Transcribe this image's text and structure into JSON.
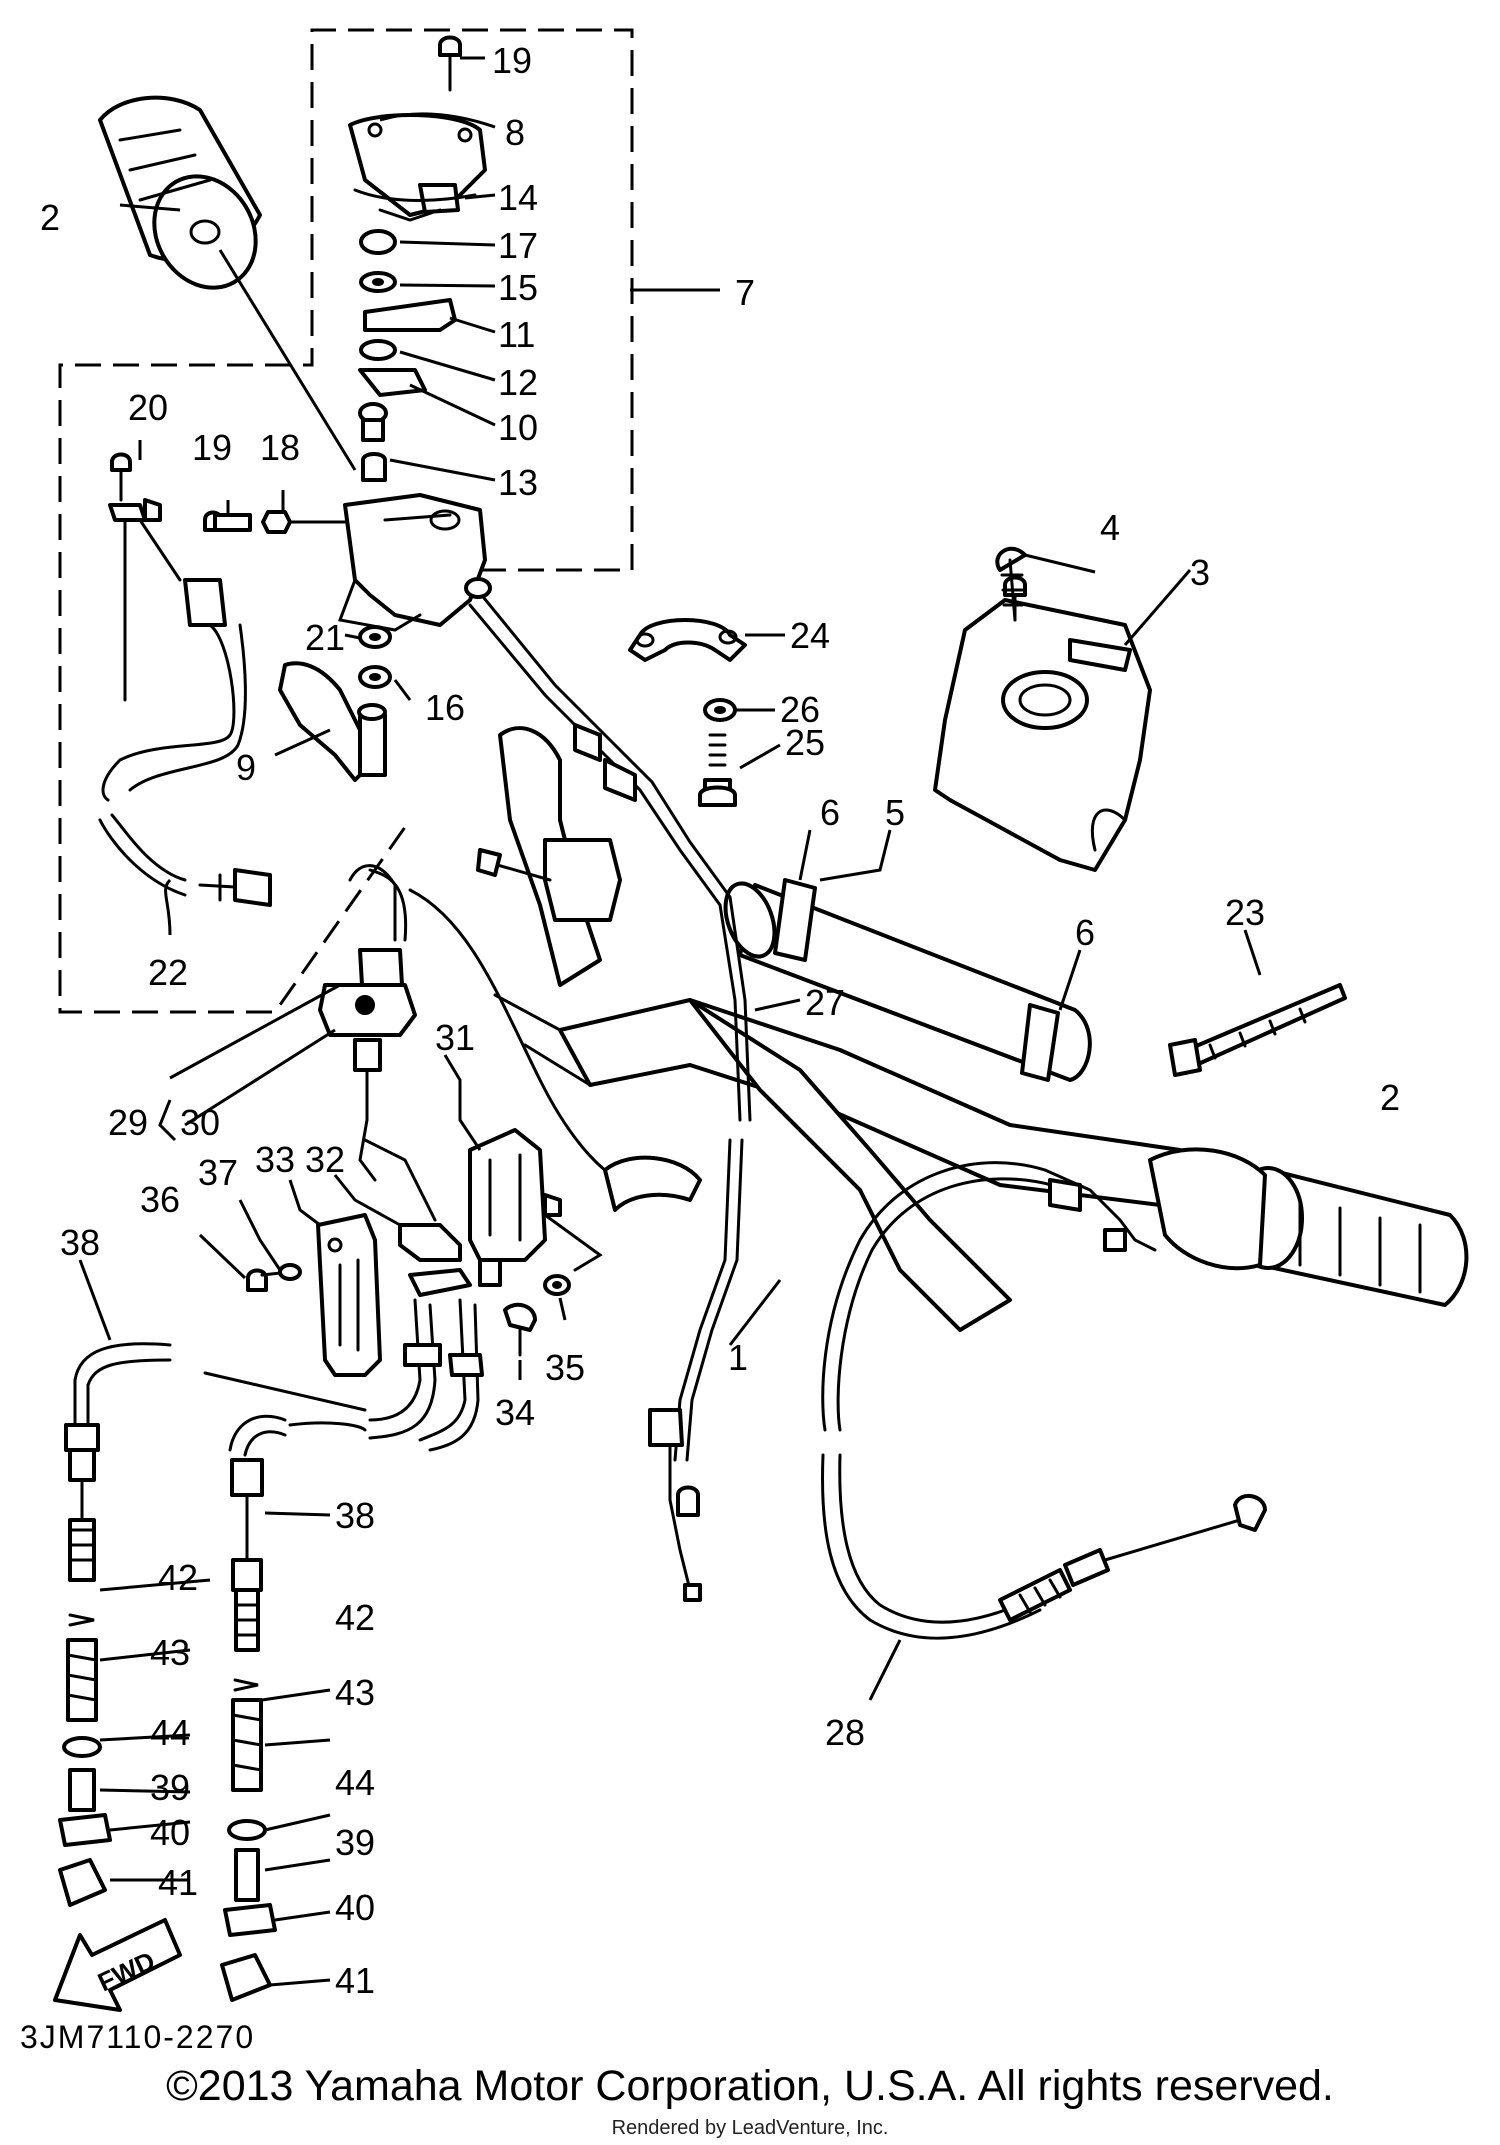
{
  "diagram": {
    "drawing_code": "3JM7110-2270",
    "fwd_label": "FWD",
    "callouts": [
      {
        "id": "c1",
        "label": "1"
      },
      {
        "id": "c2a",
        "label": "2"
      },
      {
        "id": "c2b",
        "label": "2"
      },
      {
        "id": "c3",
        "label": "3"
      },
      {
        "id": "c4",
        "label": "4"
      },
      {
        "id": "c5",
        "label": "5"
      },
      {
        "id": "c6a",
        "label": "6"
      },
      {
        "id": "c6b",
        "label": "6"
      },
      {
        "id": "c7",
        "label": "7"
      },
      {
        "id": "c8",
        "label": "8"
      },
      {
        "id": "c9",
        "label": "9"
      },
      {
        "id": "c10",
        "label": "10"
      },
      {
        "id": "c11",
        "label": "11"
      },
      {
        "id": "c12",
        "label": "12"
      },
      {
        "id": "c13",
        "label": "13"
      },
      {
        "id": "c14",
        "label": "14"
      },
      {
        "id": "c15",
        "label": "15"
      },
      {
        "id": "c16",
        "label": "16"
      },
      {
        "id": "c17",
        "label": "17"
      },
      {
        "id": "c18",
        "label": "18"
      },
      {
        "id": "c19a",
        "label": "19"
      },
      {
        "id": "c19b",
        "label": "19"
      },
      {
        "id": "c20",
        "label": "20"
      },
      {
        "id": "c21",
        "label": "21"
      },
      {
        "id": "c22",
        "label": "22"
      },
      {
        "id": "c23",
        "label": "23"
      },
      {
        "id": "c24",
        "label": "24"
      },
      {
        "id": "c25",
        "label": "25"
      },
      {
        "id": "c26",
        "label": "26"
      },
      {
        "id": "c27",
        "label": "27"
      },
      {
        "id": "c28",
        "label": "28"
      },
      {
        "id": "c29",
        "label": "29"
      },
      {
        "id": "c30",
        "label": "30"
      },
      {
        "id": "c31",
        "label": "31"
      },
      {
        "id": "c32",
        "label": "32"
      },
      {
        "id": "c33",
        "label": "33"
      },
      {
        "id": "c34",
        "label": "34"
      },
      {
        "id": "c35",
        "label": "35"
      },
      {
        "id": "c36",
        "label": "36"
      },
      {
        "id": "c37",
        "label": "37"
      },
      {
        "id": "c38a",
        "label": "38"
      },
      {
        "id": "c38b",
        "label": "38"
      },
      {
        "id": "c39a",
        "label": "39"
      },
      {
        "id": "c39b",
        "label": "39"
      },
      {
        "id": "c40a",
        "label": "40"
      },
      {
        "id": "c40b",
        "label": "40"
      },
      {
        "id": "c41a",
        "label": "41"
      },
      {
        "id": "c41b",
        "label": "41"
      },
      {
        "id": "c42a",
        "label": "42"
      },
      {
        "id": "c42b",
        "label": "42"
      },
      {
        "id": "c43a",
        "label": "43"
      },
      {
        "id": "c43b",
        "label": "43"
      },
      {
        "id": "c44a",
        "label": "44"
      },
      {
        "id": "c44b",
        "label": "44"
      }
    ]
  },
  "footer": {
    "copyright": "©2013 Yamaha Motor Corporation, U.S.A. All rights reserved.",
    "rendered_by": "Rendered by LeadVenture, Inc."
  }
}
